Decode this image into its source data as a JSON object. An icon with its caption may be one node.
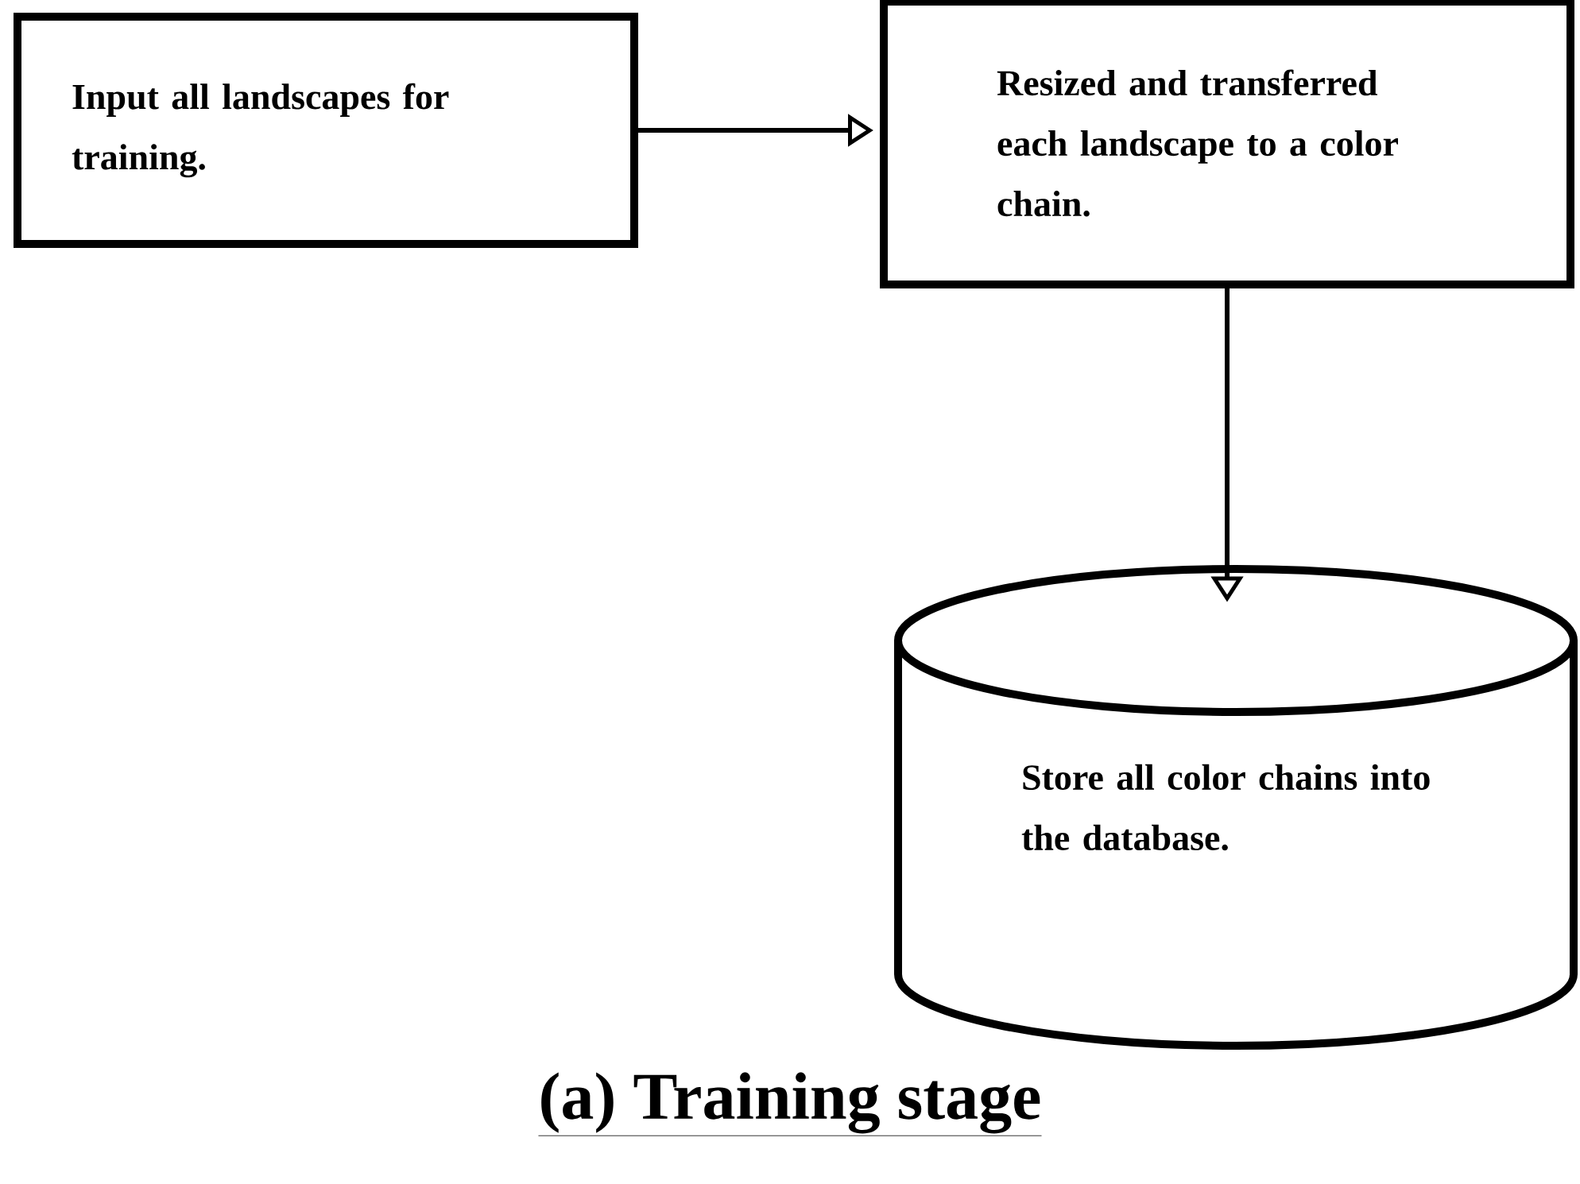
{
  "diagram": {
    "title": "(a) Training stage",
    "nodes": [
      {
        "text": [
          "Input all landscapes for training."
        ]
      },
      {
        "text": [
          "Resized and transferred each landscape to a color chain."
        ]
      },
      {
        "text": [
          "Store all color chains into the database."
        ]
      }
    ],
    "edges": [
      {
        "from": 0,
        "to": 1,
        "arrow": "to"
      },
      {
        "from": 1,
        "to": 2,
        "arrow": "to"
      }
    ]
  }
}
